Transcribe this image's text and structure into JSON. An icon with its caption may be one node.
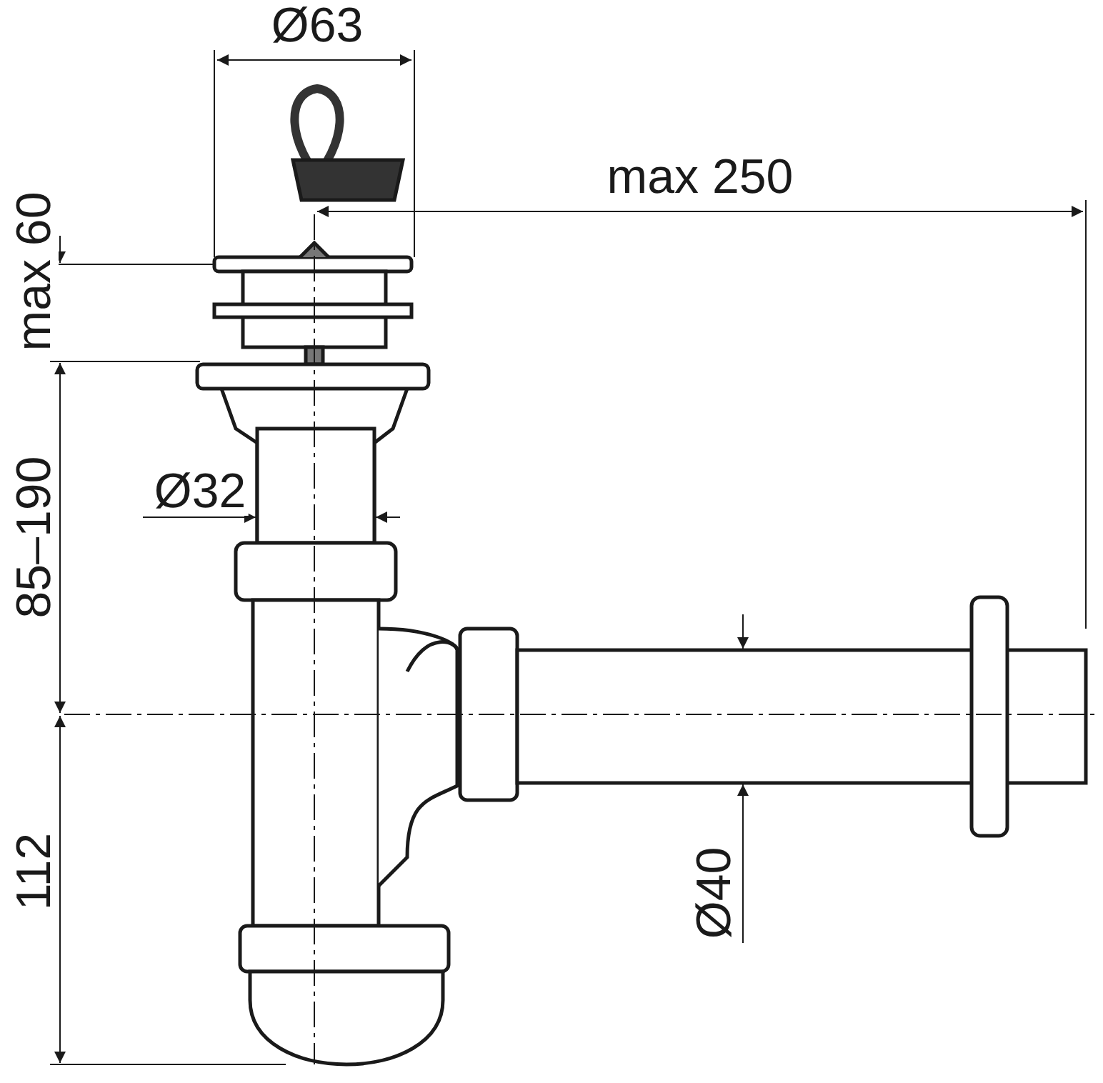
{
  "diagram": {
    "labels": [
      "Ø63",
      "max 250",
      "max 60",
      "85–190",
      "Ø32",
      "112",
      "Ø40"
    ]
  }
}
